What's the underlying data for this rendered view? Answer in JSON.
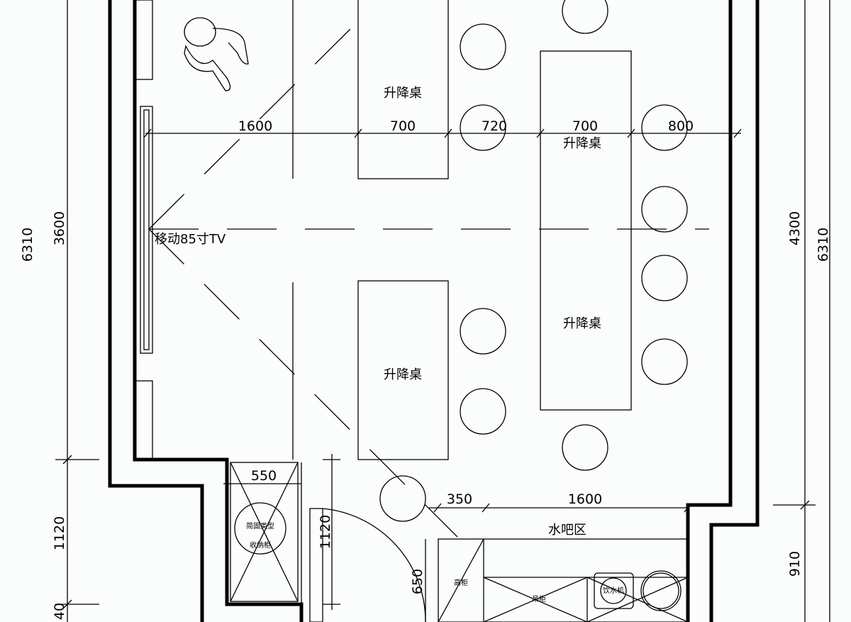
{
  "dimensions": {
    "left_total": "6310",
    "left_upper": "3600",
    "left_lower": "1120",
    "left_bottom": "40",
    "right_total": "6310",
    "right_upper": "4300",
    "right_lower": "910",
    "row": [
      "1600",
      "700",
      "720",
      "700",
      "800"
    ],
    "storage_width": "550",
    "door_height": "1120",
    "door_gap": "650",
    "bar_offset": "350",
    "bar_length": "1600"
  },
  "labels": {
    "desk_top": "升降桌",
    "desk_bottom": "升降桌",
    "desk_right_top": "升降桌",
    "desk_right_mid": "升降桌",
    "tv": "移动85寸TV",
    "bar_area": "水吧区",
    "storage_line1": "简固类型",
    "storage_line2": "收纳柜",
    "tall_cabinet": "高柜",
    "hanging_cabinet": "吊柜",
    "water_dispenser": "饮水机"
  }
}
